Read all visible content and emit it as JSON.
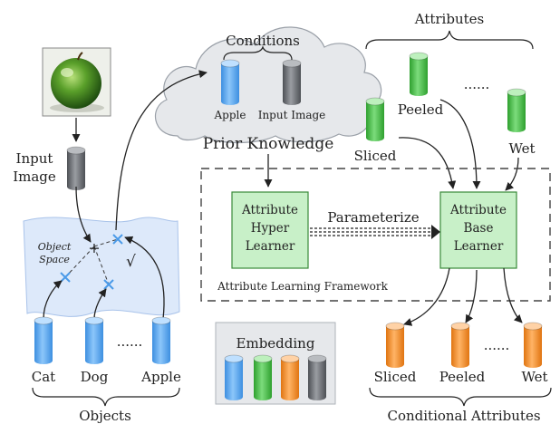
{
  "objects": {
    "items": [
      "Cat",
      "Dog",
      "Apple"
    ],
    "ellipsis": "......",
    "caption": "Objects"
  },
  "input_image": {
    "label_line1": "Input",
    "label_line2": "Image"
  },
  "object_space": {
    "label_line1": "Object",
    "label_line2": "Space",
    "plus": "+",
    "check": "√"
  },
  "cloud": {
    "conditions_title": "Conditions",
    "condition_items": [
      "Apple",
      "Input Image"
    ],
    "prior_knowledge": "Prior Knowledge"
  },
  "attributes": {
    "title": "Attributes",
    "items": [
      "Sliced",
      "Peeled",
      "Wet"
    ],
    "ellipsis": "......"
  },
  "framework": {
    "hyper_learner": [
      "Attribute",
      "Hyper",
      "Learner"
    ],
    "base_learner": [
      "Attribute",
      "Base",
      "Learner"
    ],
    "parameterize": "Parameterize",
    "caption": "Attribute Learning Framework"
  },
  "embedding": {
    "title": "Embedding"
  },
  "conditional_attributes": {
    "items": [
      "Sliced",
      "Peeled",
      "Wet"
    ],
    "ellipsis": "......",
    "caption": "Conditional Attributes"
  },
  "colors": {
    "blue": "#5aa9f0",
    "green": "#4cbf4c",
    "orange": "#f5902a",
    "gray": "#6b6e73",
    "learner_fill": "#c8f0c8",
    "learner_stroke": "#3a8a3a",
    "cloud_fill": "#e6e8eb",
    "space_fill": "#dde9fa"
  }
}
